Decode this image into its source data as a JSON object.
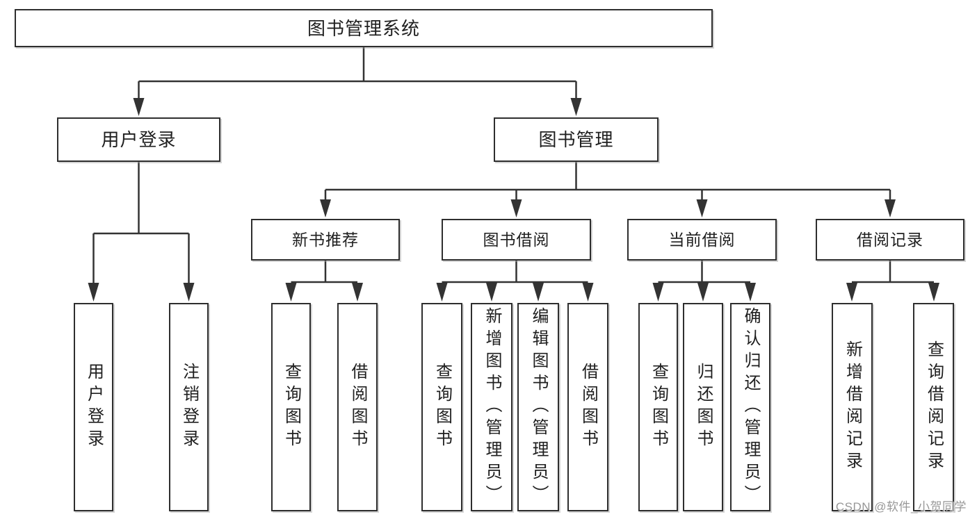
{
  "diagram_title": "图书管理系统",
  "tree": {
    "root": {
      "label": "图书管理系统"
    },
    "level2": [
      {
        "label": "用户登录",
        "children": [
          {
            "label": "用户登录"
          },
          {
            "label": "注销登录"
          }
        ]
      },
      {
        "label": "图书管理",
        "children": [
          {
            "label": "新书推荐",
            "children": [
              {
                "label": "查询图书"
              },
              {
                "label": "借阅图书"
              }
            ]
          },
          {
            "label": "图书借阅",
            "children": [
              {
                "label": "查询图书"
              },
              {
                "label": "新增图书（管理员）"
              },
              {
                "label": "编辑图书（管理员）"
              },
              {
                "label": "借阅图书"
              }
            ]
          },
          {
            "label": "当前借阅",
            "children": [
              {
                "label": "查询图书"
              },
              {
                "label": "归还图书"
              },
              {
                "label": "确认归还（管理员）"
              }
            ]
          },
          {
            "label": "借阅记录",
            "children": [
              {
                "label": "新增借阅记录"
              },
              {
                "label": "查询借阅记录"
              }
            ]
          }
        ]
      }
    ]
  },
  "watermark": {
    "text": "CSDN @软件_小贺同学"
  },
  "colors": {
    "line": "#333333",
    "box_border": "#2e2e2e",
    "text": "#1f1f1f",
    "watermark": "#979797",
    "background": "#ffffff"
  }
}
